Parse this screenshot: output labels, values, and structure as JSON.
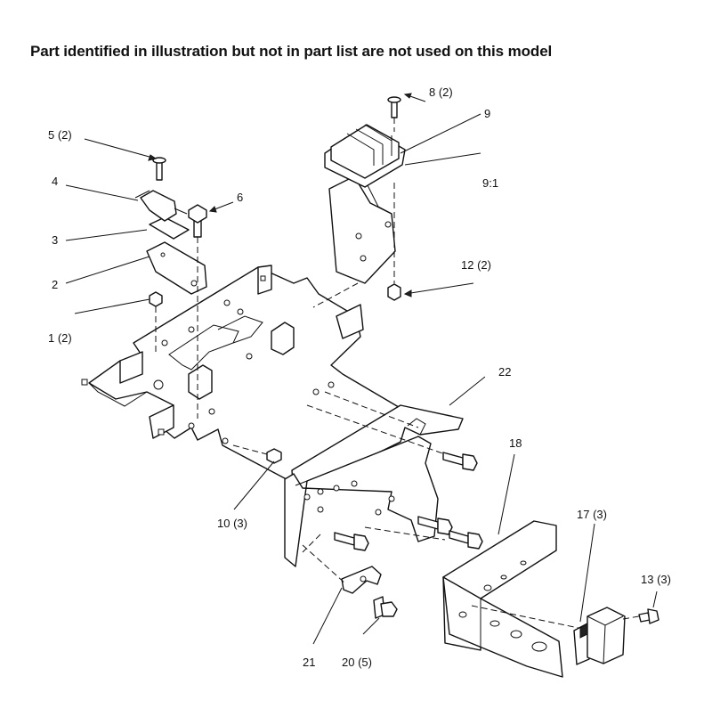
{
  "heading": "Part identified in illustration but not in part list are not used on this model",
  "callouts": {
    "c1": "1 (2)",
    "c2": "2",
    "c3": "3",
    "c4": "4",
    "c5": "5 (2)",
    "c6": "6",
    "c8": "8 (2)",
    "c9": "9",
    "c9_1": "9:1",
    "c10": "10 (3)",
    "c12": "12 (2)",
    "c13": "13 (3)",
    "c17": "17 (3)",
    "c18": "18",
    "c20": "20 (5)",
    "c21": "21",
    "c22": "22"
  }
}
